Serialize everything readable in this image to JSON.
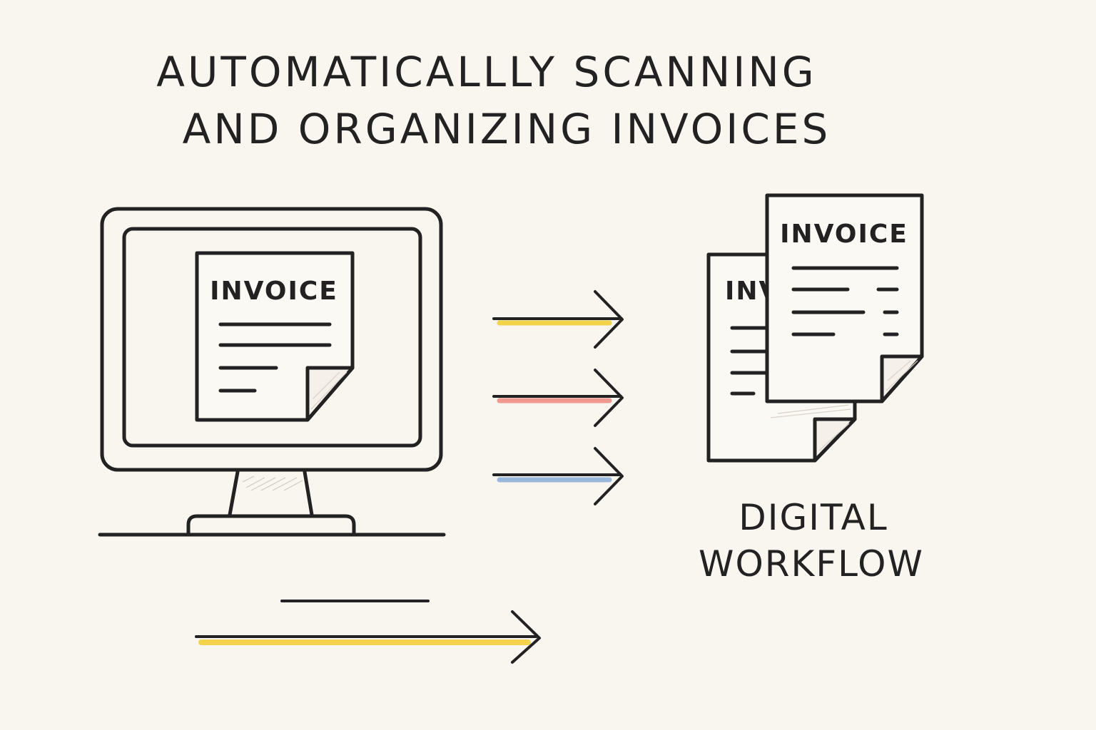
{
  "title": {
    "line1": "AUTOMATICALLLY SCANNING",
    "line2": "AND ORGANIZING INVOICES"
  },
  "monitor": {
    "doc_label": "INVOICE"
  },
  "documents": {
    "front_label": "INVOICE",
    "back_label": "INVOICE"
  },
  "caption": {
    "line1": "DIGITAL",
    "line2": "WORKFLOW"
  },
  "arrows": [
    {
      "accent": "#f2cf3a"
    },
    {
      "accent": "#ef8f86"
    },
    {
      "accent": "#8fb1d8"
    }
  ],
  "bottom_arrow": {
    "accent": "#f2cf3a"
  },
  "colors": {
    "background": "#f9f6f0",
    "ink": "#222222"
  }
}
